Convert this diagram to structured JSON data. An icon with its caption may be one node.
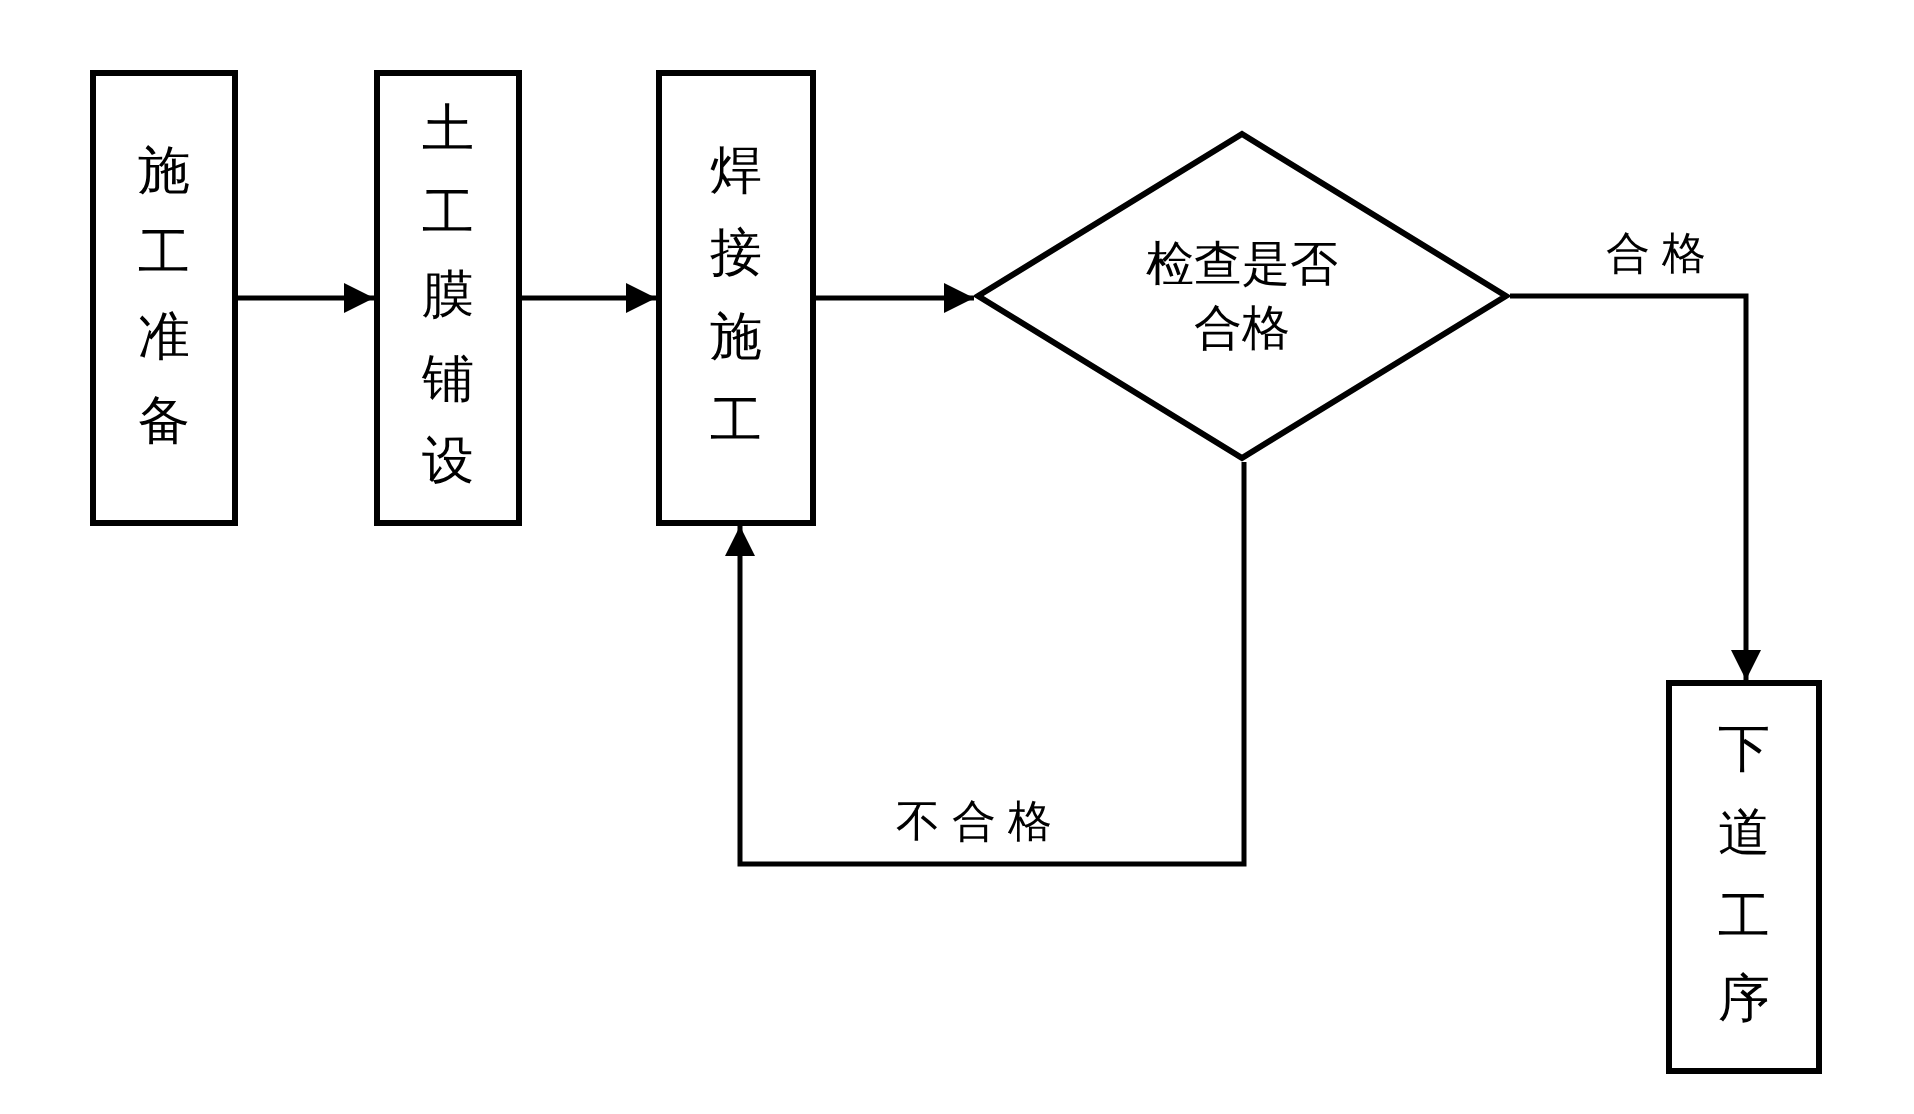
{
  "diagram": {
    "nodes": [
      {
        "text": [
          "施工准备"
        ]
      },
      {
        "text": [
          "土工膜铺设"
        ]
      },
      {
        "text": [
          "焊接施工"
        ]
      },
      {
        "text": [
          "检查是否合格"
        ]
      },
      {
        "text": [
          "下道工序"
        ]
      }
    ],
    "edges": [
      {
        "from": 0,
        "to": 1,
        "arrow": "to"
      },
      {
        "from": 1,
        "to": 2,
        "arrow": "to"
      },
      {
        "from": 2,
        "to": 3,
        "arrow": "to"
      },
      {
        "from": 3,
        "to": 4,
        "arrow": "to",
        "label": "合格"
      },
      {
        "from": 3,
        "to": 2,
        "arrow": "to",
        "label": "不合格"
      }
    ]
  }
}
